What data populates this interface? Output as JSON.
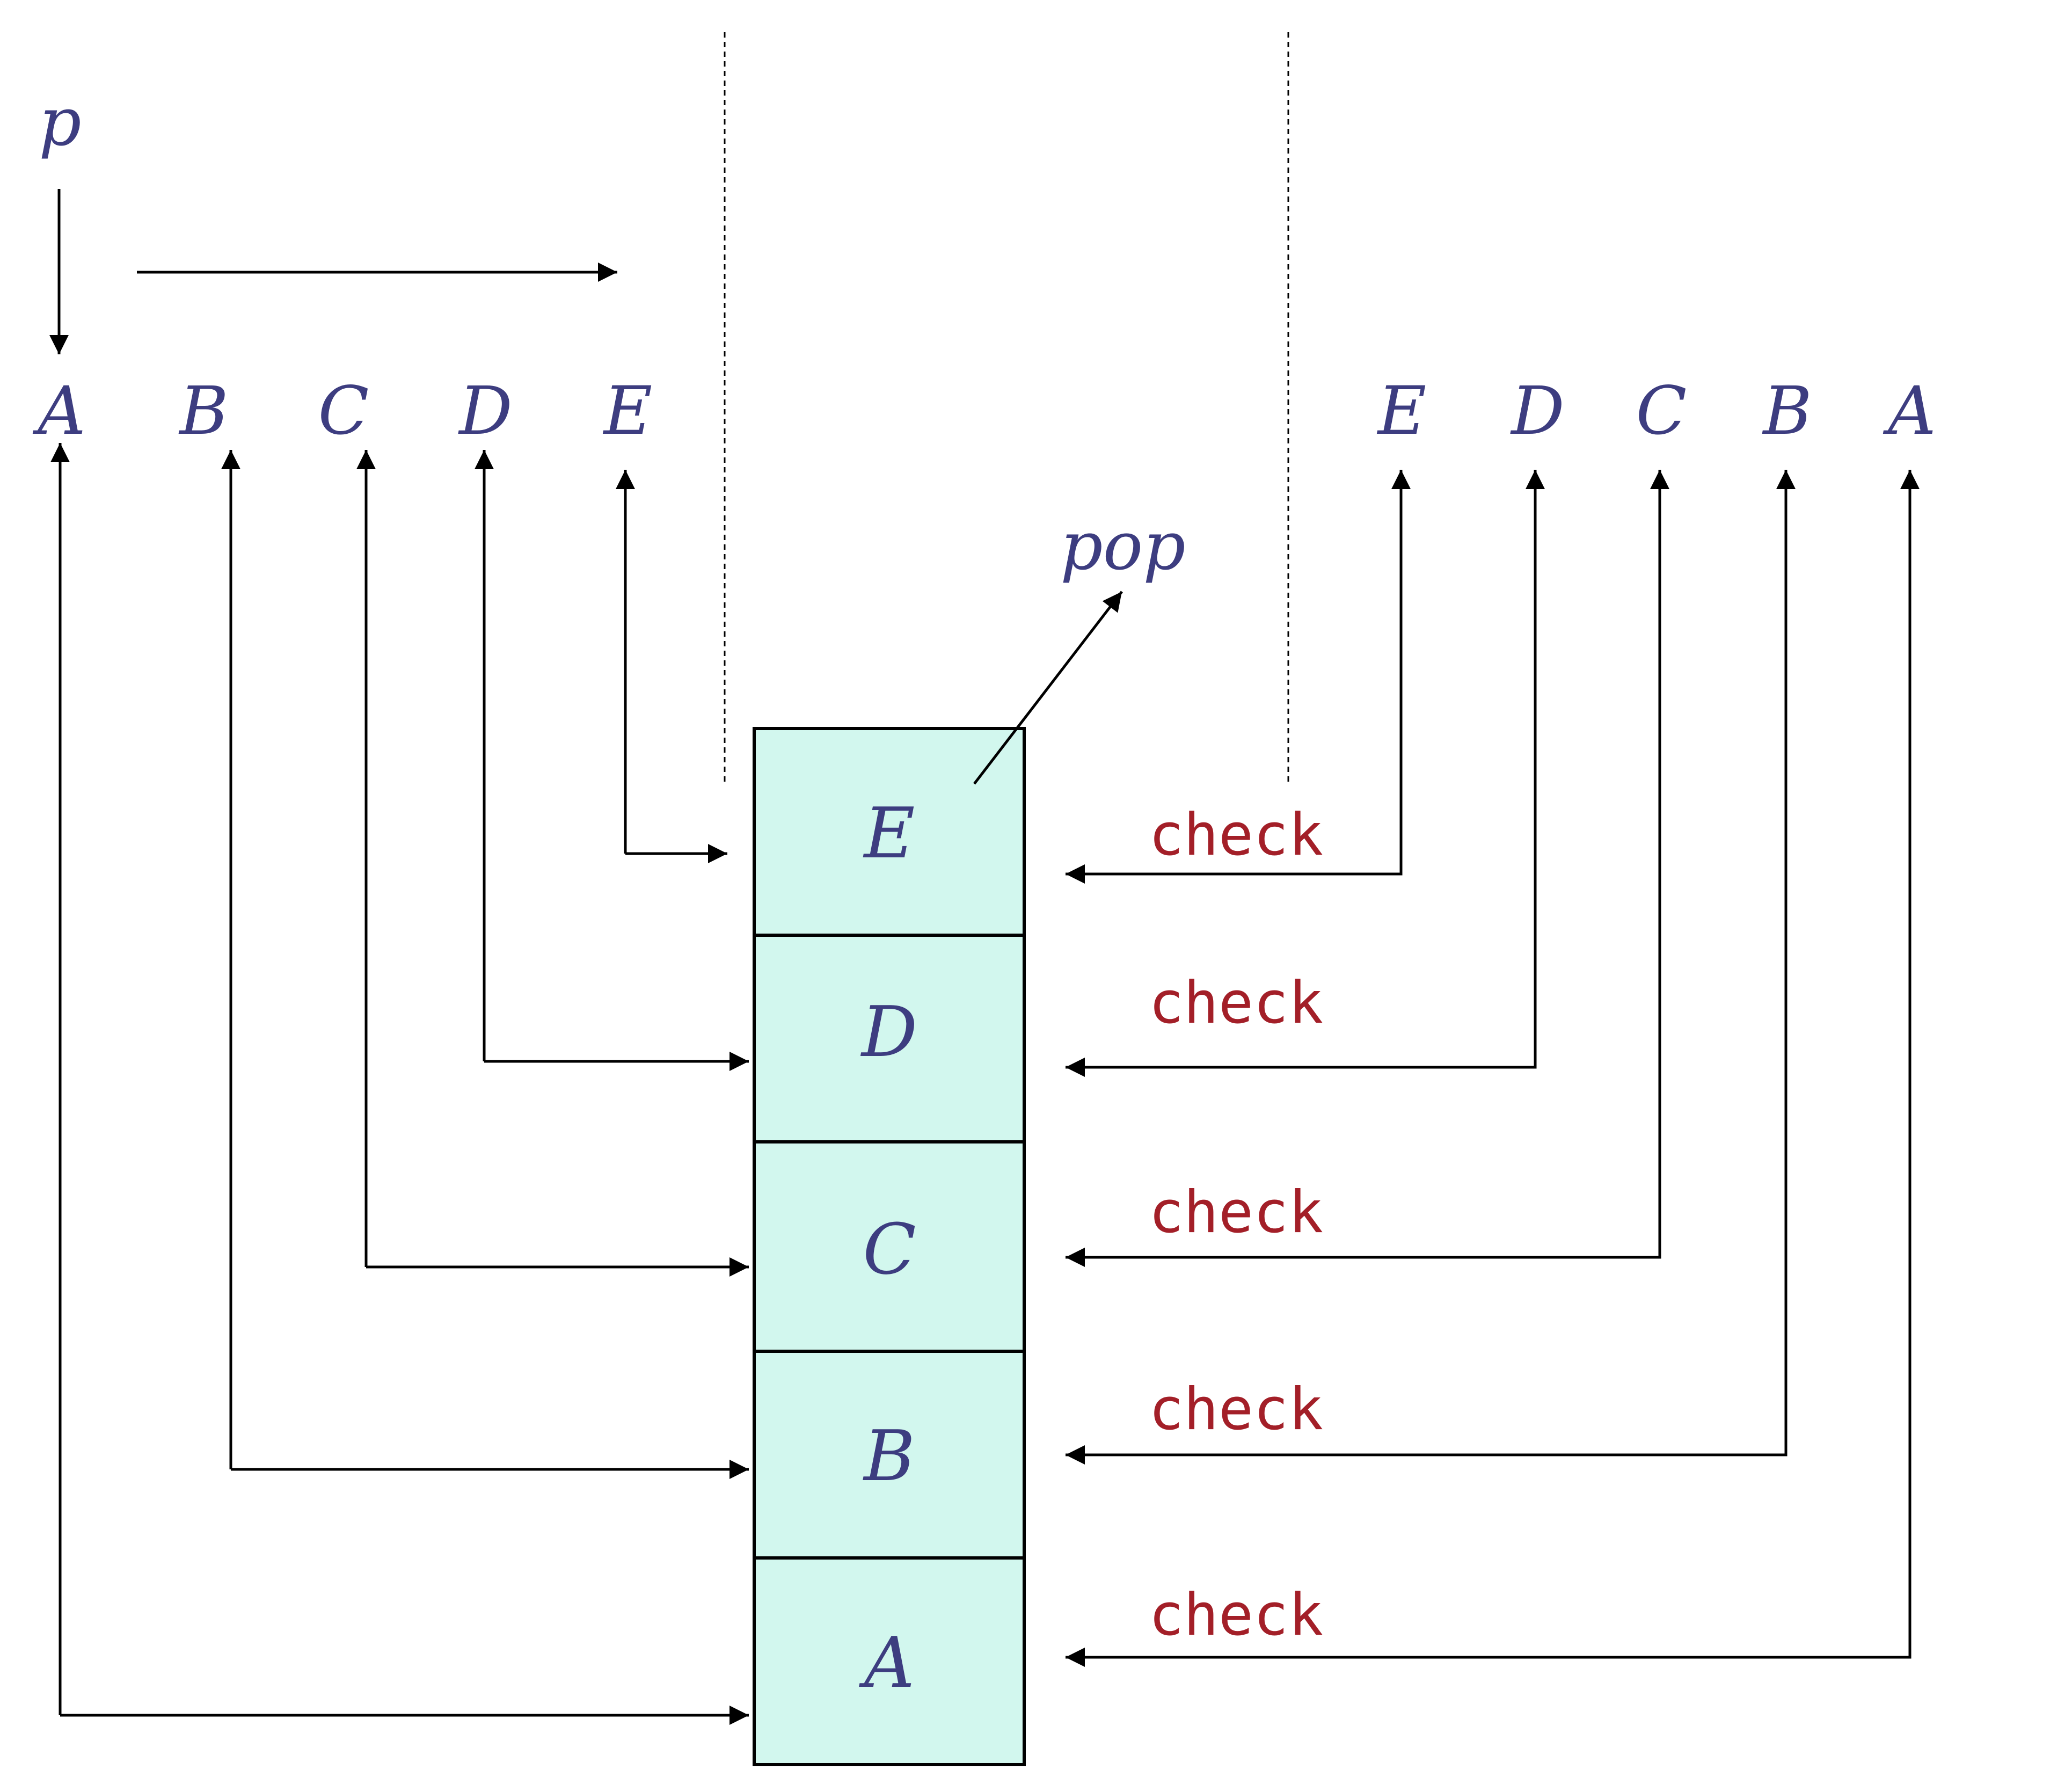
{
  "pointer_label": "p",
  "pop_label": "pop",
  "input_sequence": [
    "A",
    "B",
    "C",
    "D",
    "E"
  ],
  "reversed_sequence": [
    "E",
    "D",
    "C",
    "B",
    "A"
  ],
  "stack_cells_top_to_bottom": [
    "E",
    "D",
    "C",
    "B",
    "A"
  ],
  "check_labels": [
    "check",
    "check",
    "check",
    "check",
    "check"
  ],
  "colors": {
    "variable_text": "#3d3d80",
    "check_text": "#a31f28",
    "cell_fill": "#d2f7ee",
    "lines": "#000000"
  }
}
